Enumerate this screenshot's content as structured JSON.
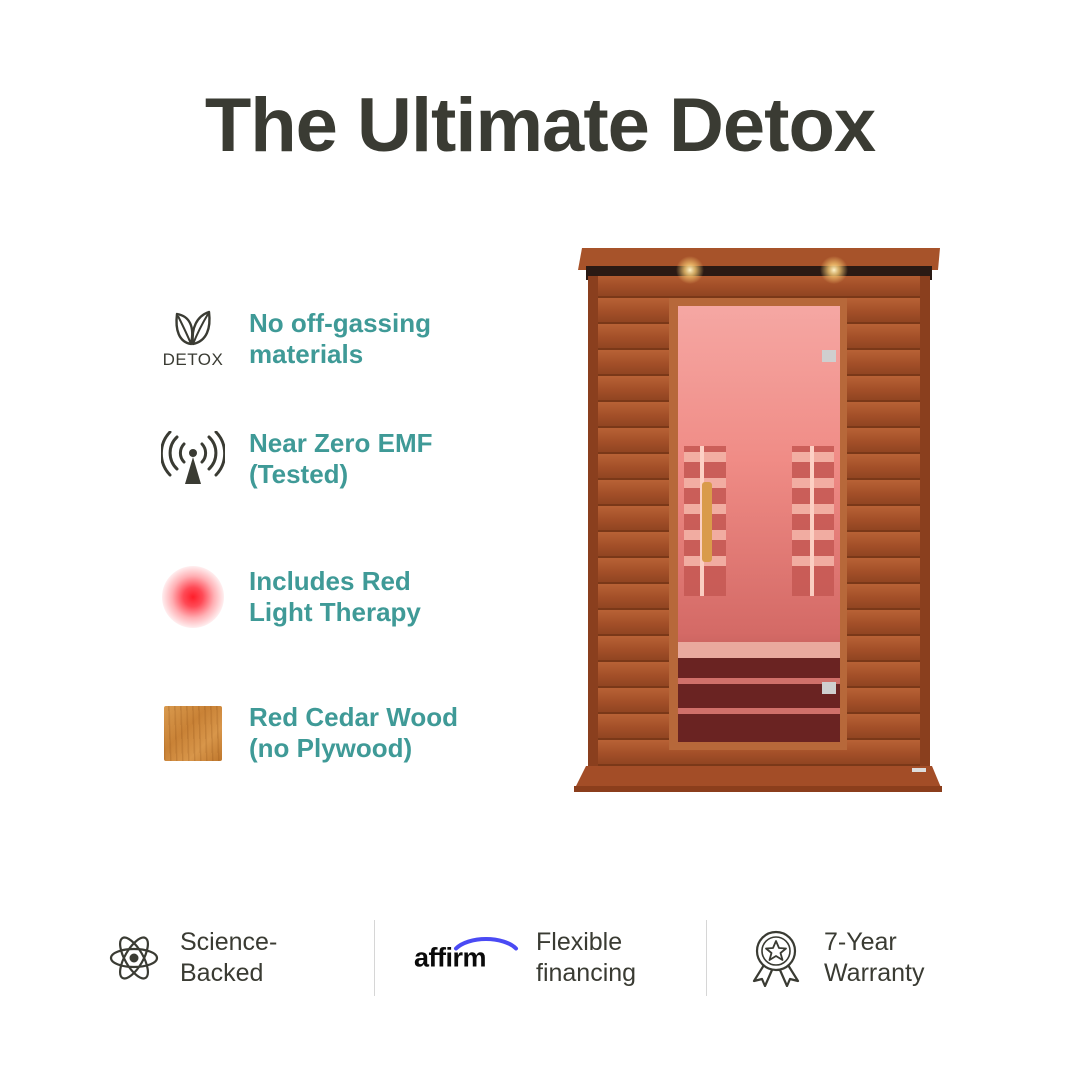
{
  "title": "The Ultimate Detox",
  "features": [
    {
      "icon": "leaf-icon",
      "icon_label": "DETOX",
      "line1": "No off-gassing",
      "line2": "materials"
    },
    {
      "icon": "antenna-signal-icon",
      "line1": "Near Zero EMF",
      "line2": "(Tested)"
    },
    {
      "icon": "red-light-icon",
      "line1": "Includes Red",
      "line2": "Light Therapy"
    },
    {
      "icon": "wood-swatch-icon",
      "line1": "Red Cedar Wood",
      "line2": "(no Plywood)"
    }
  ],
  "badges": [
    {
      "icon": "atom-icon",
      "line1": "Science-",
      "line2": "Backed"
    },
    {
      "icon": "affirm-logo",
      "logo_text": "affirm",
      "line1": "Flexible",
      "line2": "financing"
    },
    {
      "icon": "award-ribbon-icon",
      "line1": "7-Year",
      "line2": "Warranty"
    }
  ],
  "colors": {
    "title": "#3a3b33",
    "feature_text": "#3f9a97",
    "badge_text": "#3a3b33",
    "wood": "#a9552a",
    "red_light": "#ff1e2a",
    "affirm_arc": "#4a4af4"
  }
}
